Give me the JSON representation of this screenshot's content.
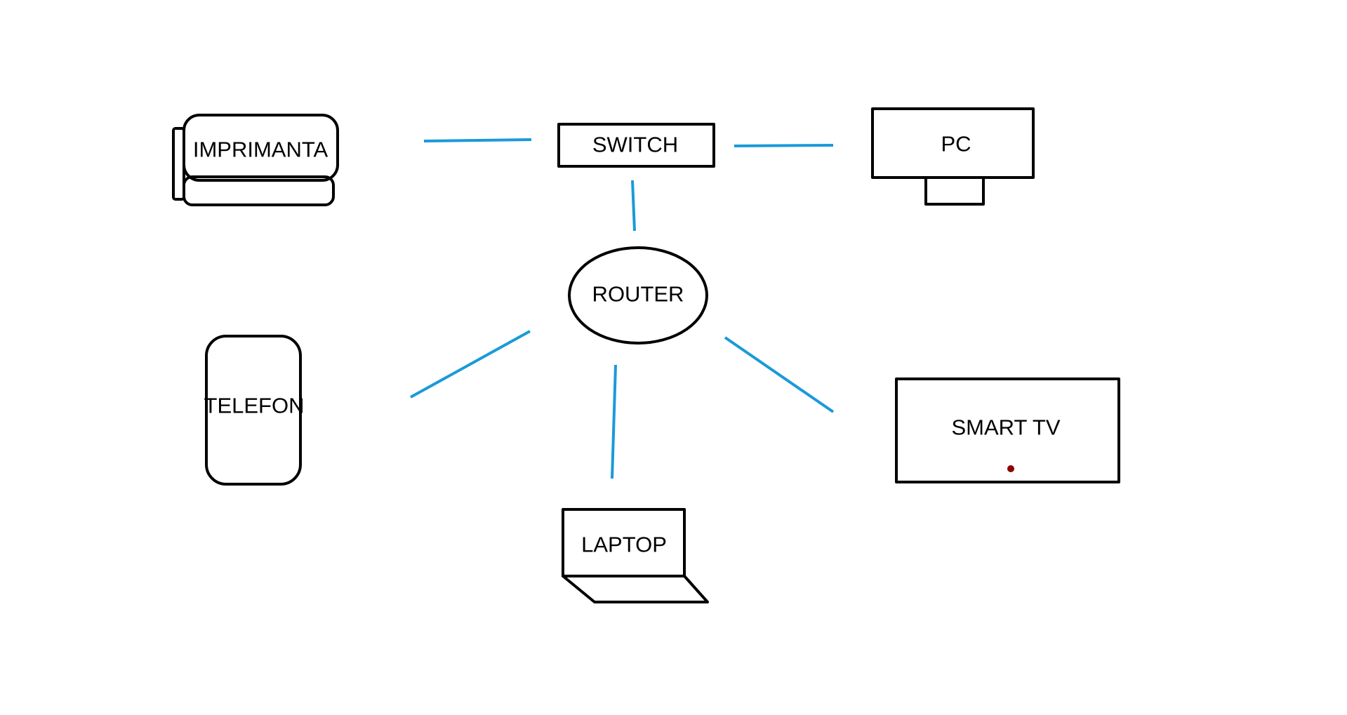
{
  "colors": {
    "background": "#ffffff",
    "outline": "#000000",
    "link": "#1a9ad9",
    "indicator": "#8b0000"
  },
  "nodes": {
    "printer": {
      "label": "IMPRIMANTA"
    },
    "switch": {
      "label": "SWITCH"
    },
    "pc": {
      "label": "PC"
    },
    "router": {
      "label": "ROUTER"
    },
    "phone": {
      "label": "TELEFON"
    },
    "laptop": {
      "label": "LAPTOP"
    },
    "smart_tv": {
      "label": "SMART TV"
    }
  },
  "links": [
    {
      "from": "IMPRIMANTA",
      "to": "SWITCH"
    },
    {
      "from": "SWITCH",
      "to": "PC"
    },
    {
      "from": "SWITCH",
      "to": "ROUTER"
    },
    {
      "from": "ROUTER",
      "to": "TELEFON"
    },
    {
      "from": "ROUTER",
      "to": "LAPTOP"
    },
    {
      "from": "ROUTER",
      "to": "SMART TV"
    }
  ]
}
